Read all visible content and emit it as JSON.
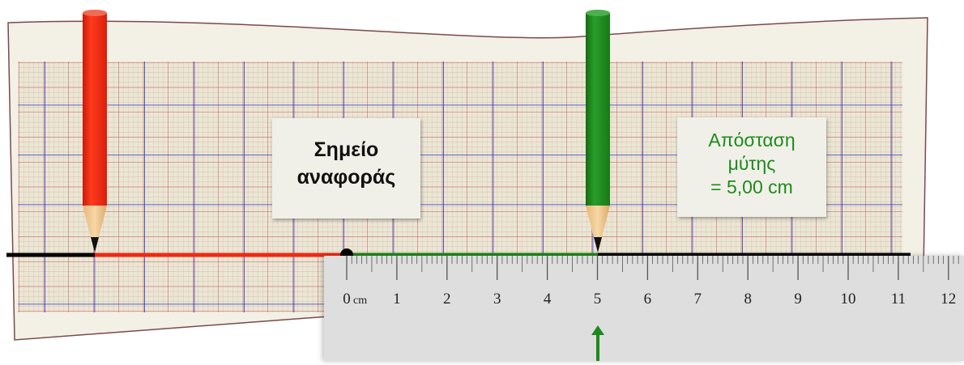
{
  "reference_label": {
    "line1": "Σημείο",
    "line2": "αναφοράς"
  },
  "distance_label": {
    "line1": "Απόσταση",
    "line2": "μύτης",
    "line3": "= 5,00 cm"
  },
  "ruler": {
    "unit": "cm",
    "ticks": [
      "0",
      "1",
      "2",
      "3",
      "4",
      "5",
      "6",
      "7",
      "8",
      "9",
      "10",
      "11",
      "12"
    ],
    "value": 5.0
  },
  "colors": {
    "red_pencil": "#ee2a12",
    "green_pencil": "#1c8a1c",
    "grid_major": "#2a3bd0",
    "grid_minor": "#c07070",
    "paper": "#f3f0e6",
    "axis": "#000000"
  },
  "icons": [
    "red-pencil-icon",
    "green-pencil-icon",
    "reference-point-icon",
    "up-arrow-icon"
  ]
}
